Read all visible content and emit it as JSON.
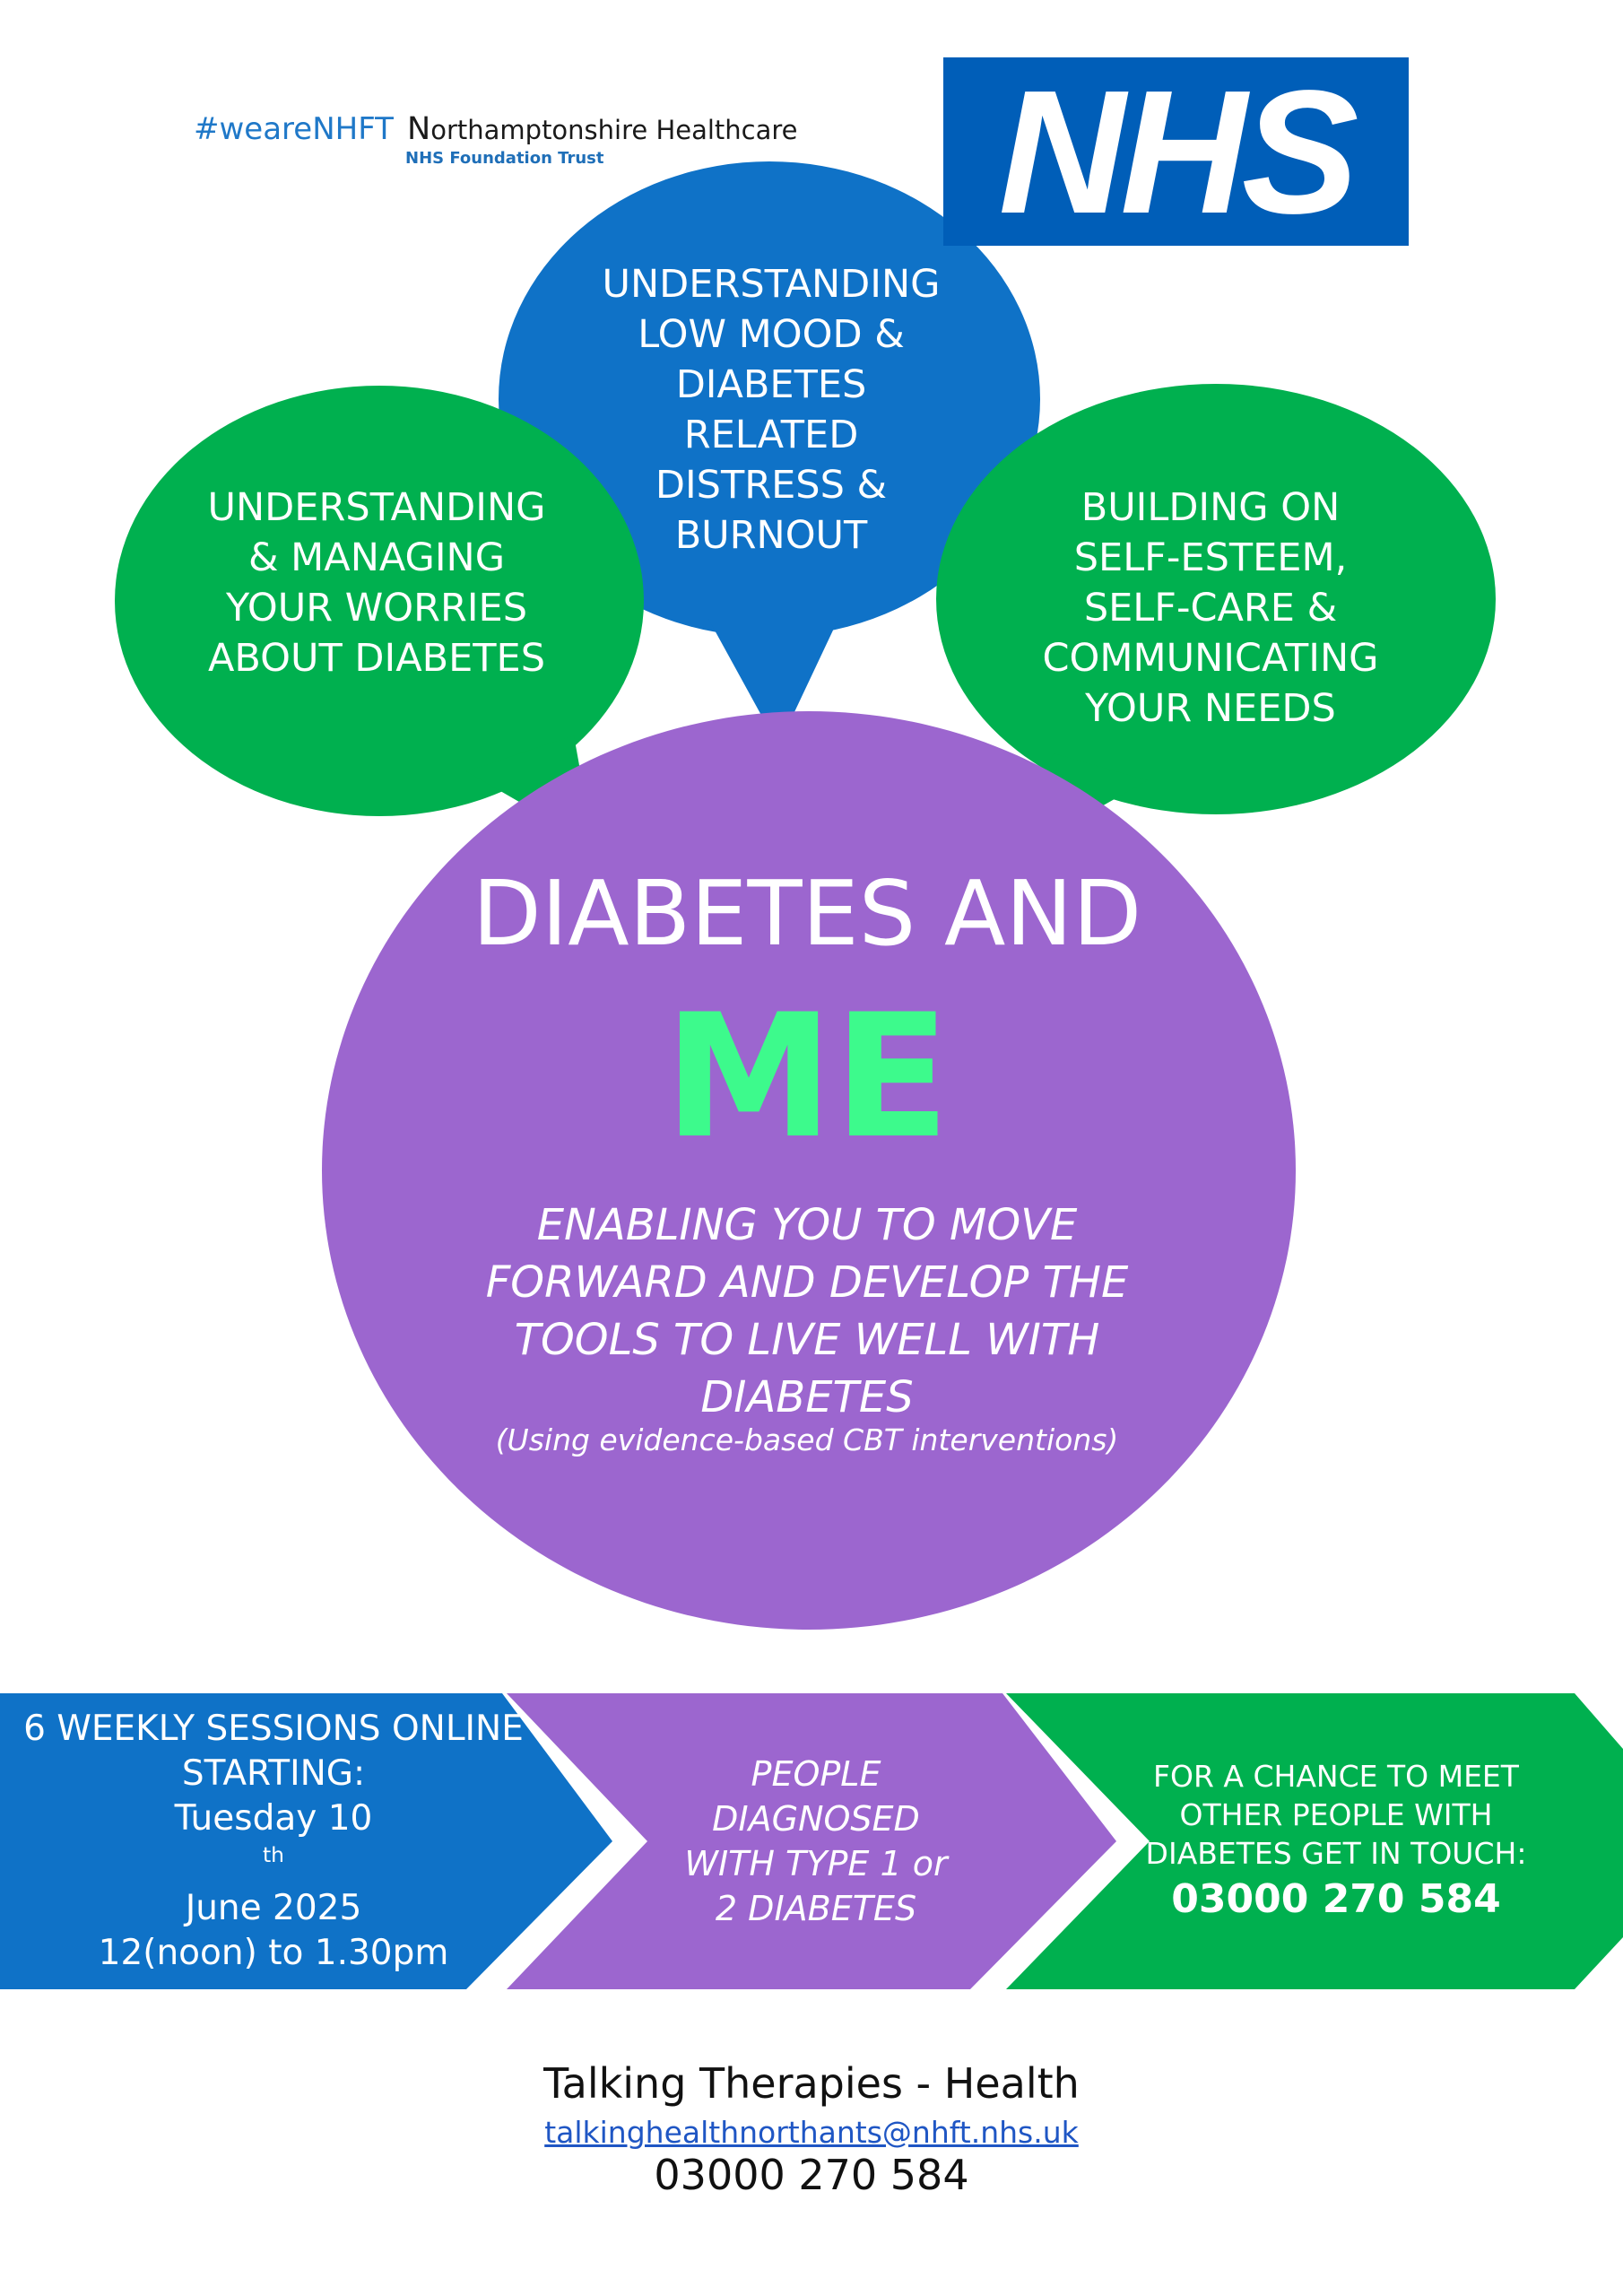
{
  "colors": {
    "nhs_blue": "#005eb8",
    "bubble_blue": "#0f72c7",
    "bubble_green": "#00b04f",
    "purple": "#9c66cf",
    "me_green": "#3dfa8c",
    "chevron_blue": "#0f72c7",
    "chevron_purple": "#9c66cf",
    "chevron_green": "#00b04f"
  },
  "header": {
    "hashtag": "#weareNHFT",
    "trust_name_first": "N",
    "trust_name_rest": "orthamptonshire Healthcare",
    "trust_sub": "NHS Foundation Trust",
    "nhs_logo": "NHS"
  },
  "bubbles": {
    "left": [
      "UNDERSTANDING",
      "& MANAGING",
      "YOUR WORRIES",
      "ABOUT DIABETES"
    ],
    "top": [
      "UNDERSTANDING",
      "LOW MOOD &",
      "DIABETES",
      "RELATED",
      "DISTRESS &",
      "BURNOUT"
    ],
    "right": [
      "BUILDING ON",
      "SELF-ESTEEM,",
      "SELF-CARE &",
      "COMMUNICATING",
      "YOUR NEEDS"
    ]
  },
  "main": {
    "title": "DIABETES AND",
    "me": "ME",
    "tagline": [
      "ENABLING YOU TO MOVE",
      "FORWARD AND DEVELOP THE",
      "TOOLS TO LIVE WELL WITH",
      "DIABETES"
    ],
    "note": "(Using evidence-based CBT interventions)"
  },
  "chevrons": {
    "sessions": {
      "line1": "6 WEEKLY SESSIONS ONLINE",
      "line2": "STARTING:",
      "date_pre": "Tuesday 10",
      "date_sup": "th",
      "date_post": " June 2025",
      "time": "12(noon) to 1.30pm"
    },
    "audience": [
      "PEOPLE",
      "DIAGNOSED",
      "WITH TYPE 1 or",
      "2 DIABETES"
    ],
    "contact": {
      "lines": [
        "FOR A CHANCE TO MEET",
        "OTHER PEOPLE WITH",
        "DIABETES GET IN TOUCH:"
      ],
      "phone": "03000 270 584"
    }
  },
  "footer": {
    "title": "Talking Therapies - Health",
    "email": "talkinghealthnorthants@nhft.nhs.uk",
    "phone": "03000 270 584"
  }
}
